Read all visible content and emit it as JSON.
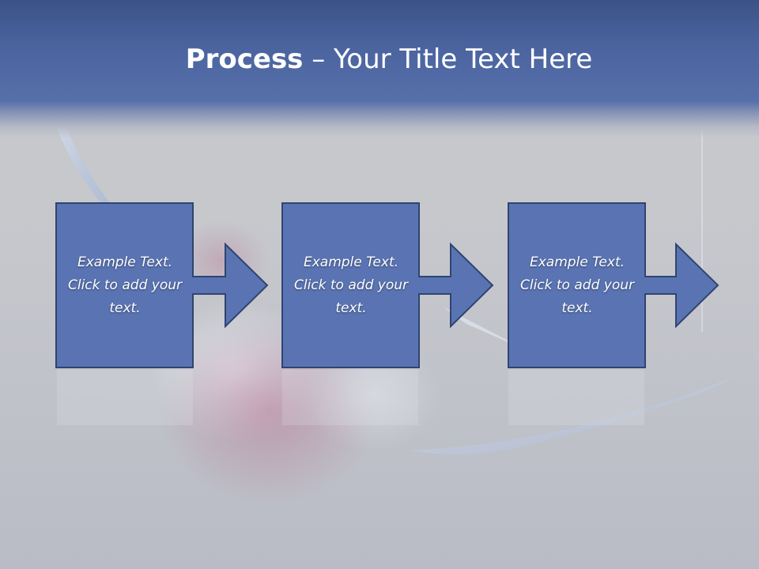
{
  "slide": {
    "title_bold": "Process",
    "title_rest": " – Your Title Text Here"
  },
  "steps": [
    {
      "text": "Example Text. Click  to add your text."
    },
    {
      "text": "Example Text. Click  to add your text."
    },
    {
      "text": "Example Text. Click  to add your text."
    }
  ],
  "colors": {
    "header": "#4f68a6",
    "shape_fill": "#5a74b3",
    "shape_border": "#2f4470",
    "background": "#c8c9cc"
  }
}
